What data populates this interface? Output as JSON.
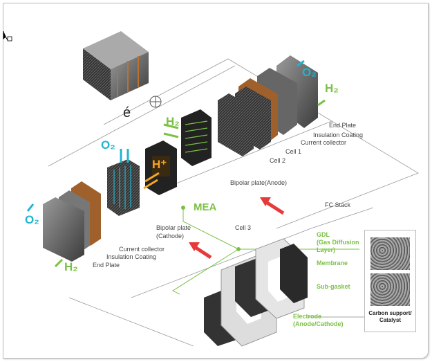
{
  "labels_right": {
    "end_plate": "End Plate",
    "insulation": "Insulation Coating",
    "collector": "Current collector",
    "cell1": "Cell 1",
    "cell2": "Cell 2",
    "anode": "Bipolar plate(Anode)",
    "fc_stack": "FC Stack",
    "cell3": "Cell 3"
  },
  "labels_left": {
    "cathode1": "Bipolar plate",
    "cathode2": "(Cathode)",
    "collector": "Current collector",
    "insulation": "Insulation Coating",
    "end_plate": "End Plate"
  },
  "gases": {
    "o2": "O₂",
    "h2": "H₂",
    "hplus": "H⁺",
    "electron": "é"
  },
  "mea": {
    "title": "MEA",
    "gdl1": "GDL",
    "gdl2": "(Gas Diffusion",
    "gdl3": "Layer)",
    "membrane": "Membrane",
    "subgasket": "Sub-gasket",
    "electrode1": "Electrode",
    "electrode2": "(Anode/Cathode)"
  },
  "inset": {
    "caption1": "Carbon support/",
    "caption2": "Catalyst"
  },
  "colors": {
    "oxygen": "#1fb5d0",
    "hydrogen": "#7ac143",
    "proton": "#f5a623",
    "arrow": "#e83a3a"
  }
}
